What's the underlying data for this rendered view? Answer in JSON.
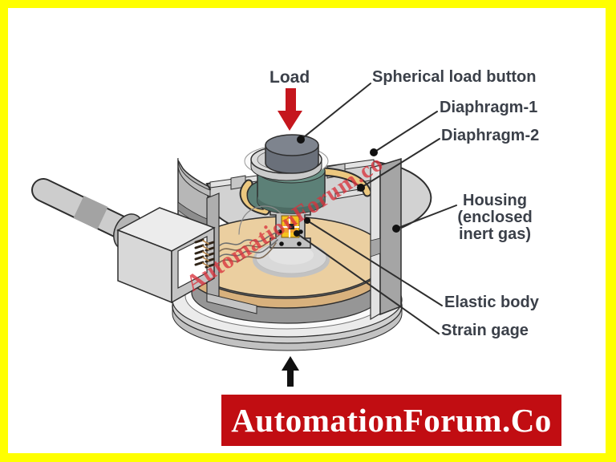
{
  "frame": {
    "border_color": "#ffff00",
    "background": "#ffffff"
  },
  "diagram": {
    "description": "cutaway-illustration-of-strain-gage-load-cell",
    "labels": {
      "load": "Load",
      "spherical_load_button": "Spherical load button",
      "diaphragm_1": "Diaphragm-1",
      "diaphragm_2": "Diaphragm-2",
      "housing_lines": [
        "Housing",
        "(enclosed",
        "inert gas)"
      ],
      "elastic_body": "Elastic body",
      "strain_gage": "Strain gage"
    },
    "watermark": "AutomationForum.co",
    "colors": {
      "label_text": "#3b4049",
      "leader_line": "#2e2e2e",
      "load_arrow_red": "#c5161d",
      "watermark_red": "#d8323c",
      "housing_gray": "#d2d2d2",
      "elastic_body_tan": "#ebcfa0",
      "column_teal": "#5c8077",
      "strain_gage_yellow": "#f5c31f",
      "up_arrow_black": "#111111"
    }
  },
  "banner": {
    "text": "AutomationForum.Co",
    "background": "#c10d12",
    "text_color": "#ffffff"
  }
}
